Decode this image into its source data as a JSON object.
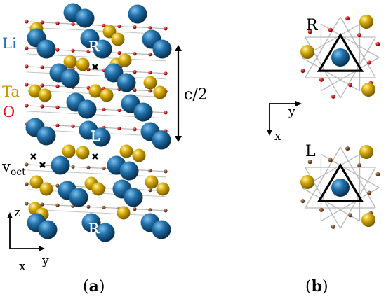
{
  "labels": {
    "li": "Li",
    "ta": "Ta",
    "o": "O",
    "v_main": "v",
    "v_sub": "oct",
    "c_half": "c/2",
    "layer_R": "R",
    "layer_L": "L",
    "axis_z": "z",
    "axis_x": "x",
    "axis_y": "y",
    "axis_y_b": "y",
    "axis_x_b": "x",
    "panel_b_R": "R",
    "panel_b_L": "L",
    "panel_a_open": "(",
    "panel_a_letter": "a",
    "panel_a_close": ")",
    "panel_b_open": "(",
    "panel_b_letter": "b",
    "panel_b_close": ")"
  },
  "colors": {
    "li": "#1f6fa8",
    "ta": "#d4a800",
    "o": "#cc1111",
    "o_alt": "#7a4a2a",
    "bond": "#b9b9b9",
    "label_li": "#1a6fc0",
    "label_ta": "#c79a00",
    "label_o": "#e01818",
    "triangle": "#000000"
  }
}
